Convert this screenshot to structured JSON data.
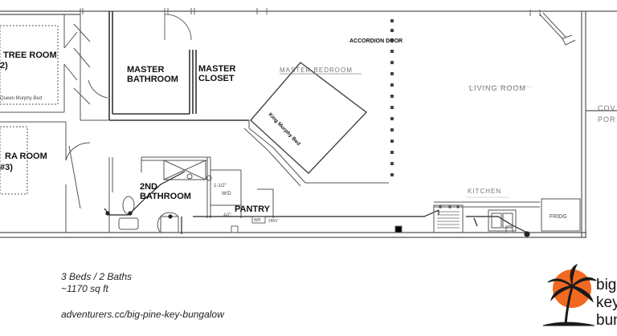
{
  "rooms": {
    "bedroom2": "TREE ROOM",
    "bedroom2_num": "2)",
    "bedroom2_bed": "Queen Murphy Bed",
    "bedroom3": "RA ROOM",
    "bedroom3_num": "#3)",
    "master_bath_line1": "MASTER",
    "master_bath_line2": "BATHROOM",
    "master_closet_line1": "MASTER",
    "master_closet_line2": "CLOSET",
    "master_bedroom": "MASTER BEDROOM",
    "king_bed": "King Murphy Bed",
    "accordion_door": "ACCORDION DOOR",
    "living_room": "LIVING ROOM",
    "covered_line1": "COV",
    "covered_line2": "POR",
    "bath2_line1": "2ND",
    "bath2_line2": "BATHROOM",
    "pantry": "PANTRY",
    "kitchen": "KITCHEN",
    "fridge": "FRIDG",
    "wd": "W/D",
    "ac": "A/C",
    "pipe": "1-1/2\"",
    "wh": "WH",
    "volts": "240V"
  },
  "footer": {
    "beds_baths": "3 Beds / 2 Baths",
    "sqft": "~1170 sq ft",
    "url": "adventurers.cc/big-pine-key-bungalow"
  },
  "logo": {
    "line1": "big",
    "line2": "key",
    "line3": "bun"
  },
  "colors": {
    "wall": "#555555",
    "sun": "#f26a21",
    "palm": "#1a1a1a"
  }
}
